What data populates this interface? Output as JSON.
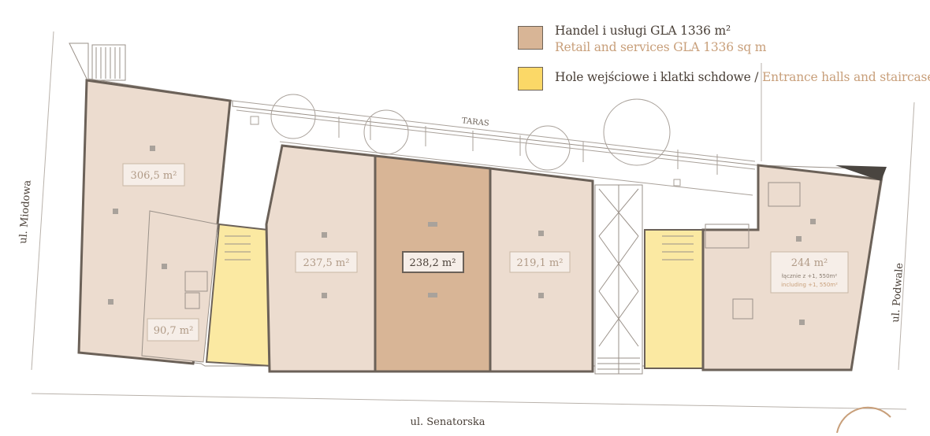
{
  "colors": {
    "retail": "#d8b596",
    "retail_light": "#ecdccf",
    "halls": "#fbe9a2",
    "legend_halls": "#fbd867",
    "wall": "#6b6158",
    "line": "#9a9189",
    "accent_text": "#c89f7a"
  },
  "legend": [
    {
      "label_pl": "Handel i usługi GLA 1336 m²",
      "label_en": "Retail and services GLA 1336 sq m"
    },
    {
      "label_pl": "Hole wejściowe i klatki schdowe / ",
      "label_en": "Entrance halls and staircases"
    }
  ],
  "streets": {
    "west": "ul. Miodowa",
    "south": "ul. Senatorska",
    "east": "ul. Podwale"
  },
  "terrace_label": "TARAS",
  "units": [
    {
      "area": "306,5 m²"
    },
    {
      "area": "90,7 m²"
    },
    {
      "area": "237,5 m²"
    },
    {
      "area": "238,2 m²",
      "highlighted": true
    },
    {
      "area": "219,1 m²"
    },
    {
      "area": "244 m²",
      "note1": "łącznie z +1, 550m²",
      "note2": "including +1, 550m²"
    }
  ]
}
